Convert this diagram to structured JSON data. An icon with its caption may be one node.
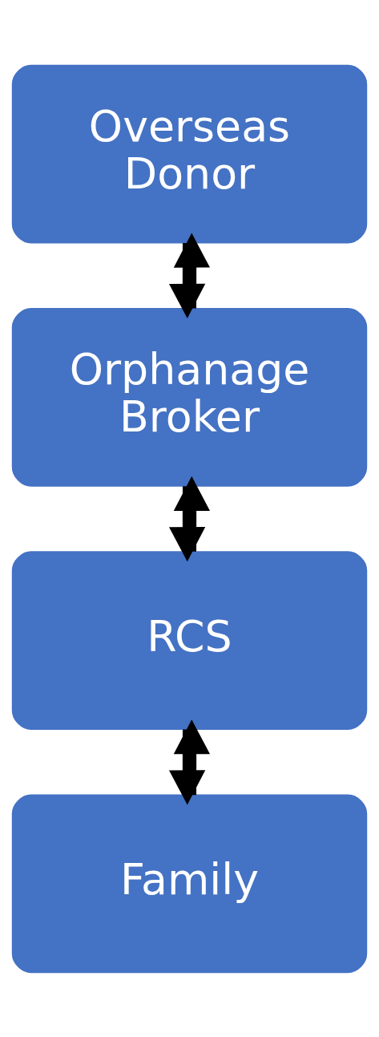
{
  "diagram": {
    "nodes": [
      {
        "text": [
          "Overseas Donor"
        ]
      },
      {
        "text": [
          "Orphanage Broker"
        ]
      },
      {
        "text": [
          "RCS"
        ]
      },
      {
        "text": [
          "Family"
        ]
      }
    ],
    "edges": [
      {
        "from": 0,
        "to": 1,
        "arrow": "to"
      },
      {
        "from": 1,
        "to": 0,
        "arrow": "to"
      },
      {
        "from": 1,
        "to": 2,
        "arrow": "to"
      },
      {
        "from": 2,
        "to": 1,
        "arrow": "to"
      },
      {
        "from": 2,
        "to": 3,
        "arrow": "to"
      },
      {
        "from": 3,
        "to": 2,
        "arrow": "to"
      }
    ]
  }
}
